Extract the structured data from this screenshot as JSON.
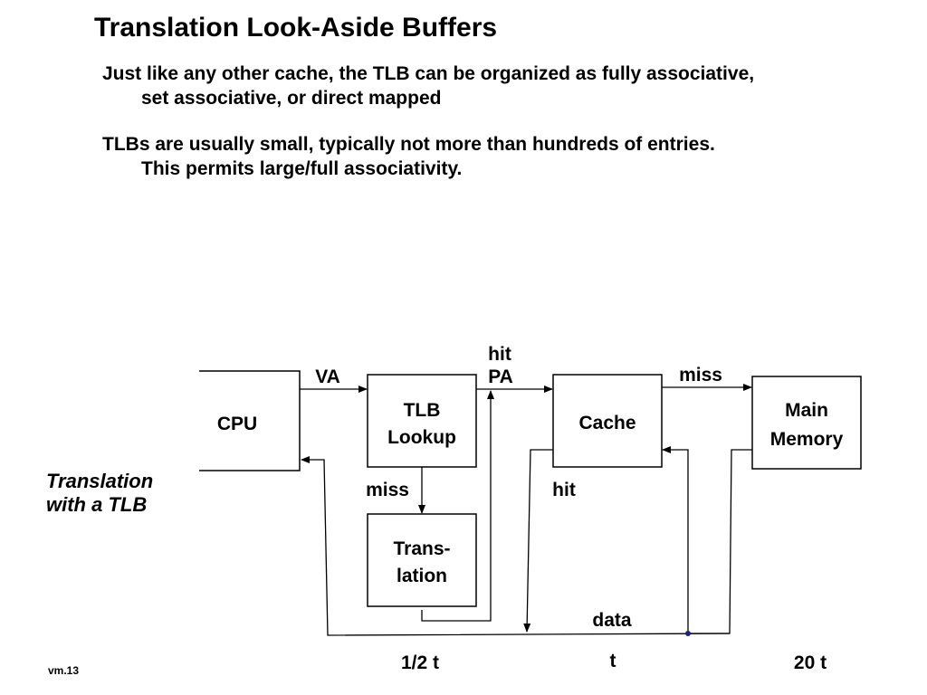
{
  "title": "Translation Look-Aside Buffers",
  "bullets": [
    {
      "line1": "Just like any other cache, the TLB can be organized as fully associative,",
      "line2": "set associative, or direct mapped"
    },
    {
      "line1": "TLBs are usually small, typically not more than hundreds of entries.",
      "line2": "This permits large/full associativity."
    }
  ],
  "caption": {
    "line1": "Translation",
    "line2": "with a TLB"
  },
  "footer": "vm.13",
  "diagram": {
    "cpu": "CPU",
    "tlb": {
      "line1": "TLB",
      "line2": "Lookup"
    },
    "translation": {
      "line1": "Trans-",
      "line2": "lation"
    },
    "cache": "Cache",
    "memory": {
      "line1": "Main",
      "line2": "Memory"
    },
    "labels": {
      "va": "VA",
      "hit_top": "hit",
      "pa": "PA",
      "miss_top": "miss",
      "miss_tlb": "miss",
      "hit_cache": "hit",
      "data": "data"
    },
    "timings": {
      "tlb": "1/2 t",
      "cache": "t",
      "memory": "20 t"
    }
  }
}
